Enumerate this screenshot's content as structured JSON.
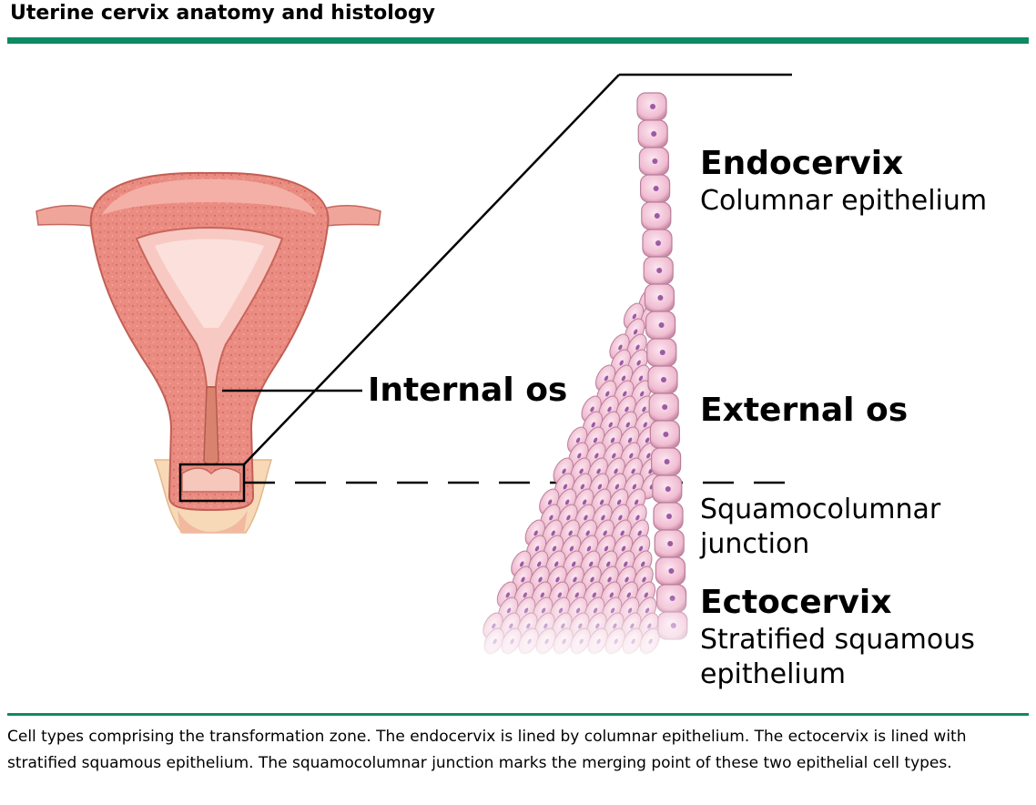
{
  "header": {
    "title": "Uterine cervix anatomy and histology"
  },
  "labels": {
    "internal_os": "Internal os",
    "external_os": "External os",
    "endocervix": "Endocervix",
    "columnar_epithelium": "Columnar epithelium",
    "squamocolumnar_line1": "Squamocolumnar",
    "squamocolumnar_line2": "junction",
    "ectocervix": "Ectocervix",
    "stratified_line1": "Stratified squamous",
    "stratified_line2": "epithelium"
  },
  "caption": "Cell types comprising the transformation zone. The endocervix is lined by columnar epithelium. The ectocervix is lined with stratified squamous epithelium. The squamocolumnar junction marks the merging point of these two epithelial cell types.",
  "colors": {
    "accent": "#0f8a63",
    "tissue": "#e9847a",
    "cell": "#f3c2d6",
    "nucleus": "#9b5aa6"
  }
}
